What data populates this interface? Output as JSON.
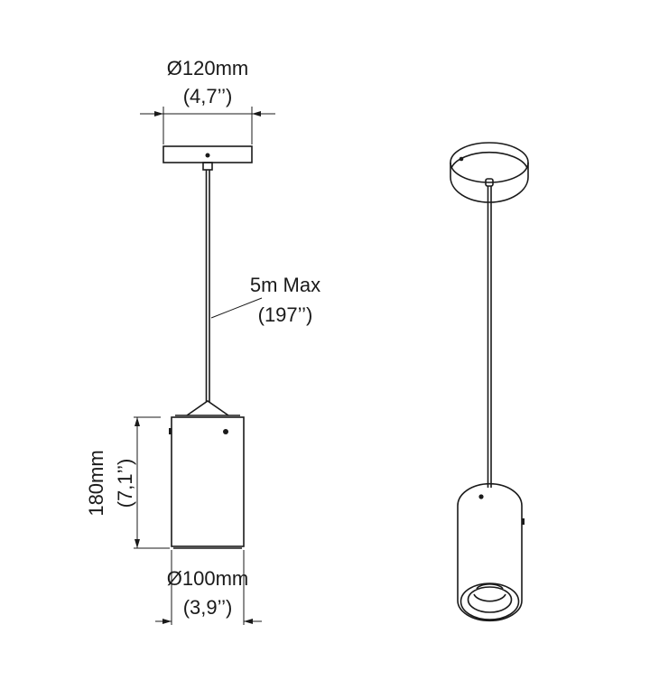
{
  "dimensions": {
    "canopy_diameter_mm": "Ø120mm",
    "canopy_diameter_in": "(4,7’’)",
    "cable_length_mm": "5m Max",
    "cable_length_in": "(197’’)",
    "height_mm": "180mm",
    "height_in": "(7,1’’)",
    "body_diameter_mm": "Ø100mm",
    "body_diameter_in": "(3,9’’)"
  },
  "colors": {
    "line": "#1a1a1a",
    "background": "#ffffff"
  }
}
